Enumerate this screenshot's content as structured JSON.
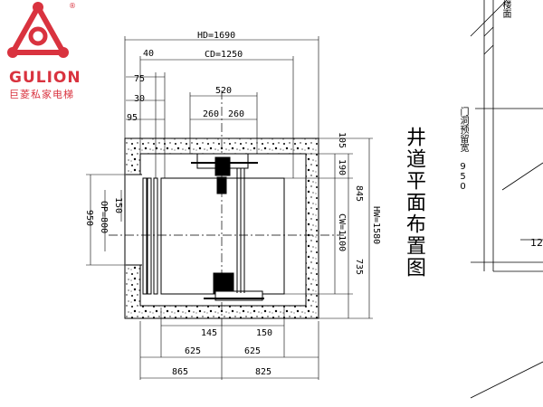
{
  "brand": {
    "name": "GULION",
    "subtitle": "巨菱私家电梯",
    "registered": "®",
    "color": "#d9333f"
  },
  "title": "井道平面布置图",
  "side_labels": {
    "floor": "楼面",
    "door_width": "门洞预留宽 950",
    "cut_number": "12"
  },
  "dimensions": {
    "hd": "HD=1690",
    "cd": "CD=1250",
    "d40": "40",
    "d75": "75",
    "d30": "30",
    "d95": "95",
    "d520": "520",
    "d260a": "260",
    "d260b": "260",
    "d105": "105",
    "d190": "190",
    "d845": "845",
    "cw": "CW=1100",
    "hw": "HW=1580",
    "d735": "735",
    "d150": "150",
    "op": "OP=800",
    "d950": "950",
    "d145": "145",
    "d150b": "150",
    "d625a": "625",
    "d625b": "625",
    "d865": "865",
    "d825": "825"
  }
}
